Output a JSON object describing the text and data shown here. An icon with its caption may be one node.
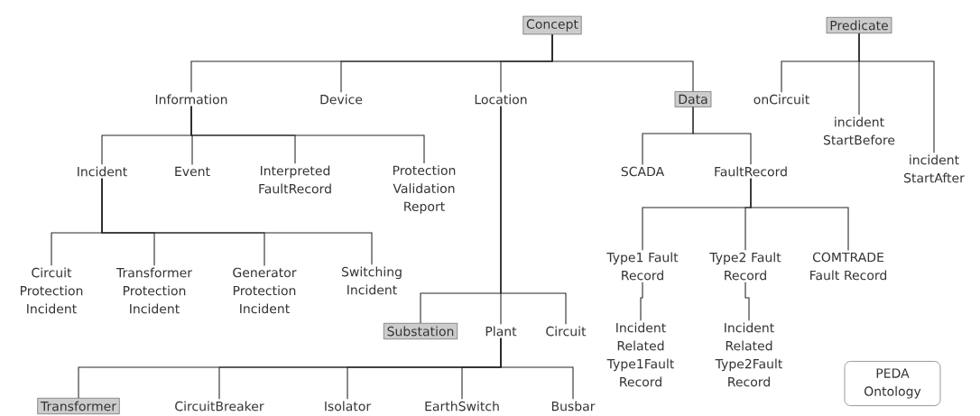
{
  "diagram": {
    "nodes": [
      {
        "text": [
          "Concept"
        ]
      },
      {
        "text": [
          "Information"
        ]
      },
      {
        "text": [
          "Device"
        ]
      },
      {
        "text": [
          "Location"
        ]
      },
      {
        "text": [
          "Data"
        ]
      },
      {
        "text": [
          "Incident"
        ]
      },
      {
        "text": [
          "Event"
        ]
      },
      {
        "text": [
          "Interpreted FaultRecord"
        ]
      },
      {
        "text": [
          "Protection Validation Report"
        ]
      },
      {
        "text": [
          "Circuit Protection Incident"
        ]
      },
      {
        "text": [
          "Transformer Protection Incident"
        ]
      },
      {
        "text": [
          "Generator Protection Incident"
        ]
      },
      {
        "text": [
          "Switching Incident"
        ]
      },
      {
        "text": [
          "Substation"
        ]
      },
      {
        "text": [
          "Plant"
        ]
      },
      {
        "text": [
          "Circuit"
        ]
      },
      {
        "text": [
          "Transformer"
        ]
      },
      {
        "text": [
          "CircuitBreaker"
        ]
      },
      {
        "text": [
          "Isolator"
        ]
      },
      {
        "text": [
          "EarthSwitch"
        ]
      },
      {
        "text": [
          "Busbar"
        ]
      },
      {
        "text": [
          "SCADA"
        ]
      },
      {
        "text": [
          "FaultRecord"
        ]
      },
      {
        "text": [
          "Type1 Fault Record"
        ]
      },
      {
        "text": [
          "Type2 Fault Record"
        ]
      },
      {
        "text": [
          "COMTRADE Fault Record"
        ]
      },
      {
        "text": [
          "Incident Related Type1Fault Record"
        ]
      },
      {
        "text": [
          "Incident Related Type2Fault Record"
        ]
      },
      {
        "text": [
          "Predicate"
        ]
      },
      {
        "text": [
          "onCircuit"
        ]
      },
      {
        "text": [
          "incident StartBefore"
        ]
      },
      {
        "text": [
          "incident StartAfter"
        ]
      },
      {
        "text": [
          "PEDA Ontology"
        ]
      }
    ],
    "edges": [
      {
        "from": 0,
        "to": 1,
        "arrow": "none"
      },
      {
        "from": 0,
        "to": 2,
        "arrow": "none"
      },
      {
        "from": 0,
        "to": 3,
        "arrow": "none"
      },
      {
        "from": 0,
        "to": 4,
        "arrow": "none"
      },
      {
        "from": 1,
        "to": 5,
        "arrow": "none"
      },
      {
        "from": 1,
        "to": 6,
        "arrow": "none"
      },
      {
        "from": 1,
        "to": 7,
        "arrow": "none"
      },
      {
        "from": 1,
        "to": 8,
        "arrow": "none"
      },
      {
        "from": 5,
        "to": 9,
        "arrow": "none"
      },
      {
        "from": 5,
        "to": 10,
        "arrow": "none"
      },
      {
        "from": 5,
        "to": 11,
        "arrow": "none"
      },
      {
        "from": 5,
        "to": 12,
        "arrow": "none"
      },
      {
        "from": 3,
        "to": 13,
        "arrow": "none"
      },
      {
        "from": 3,
        "to": 14,
        "arrow": "none"
      },
      {
        "from": 3,
        "to": 15,
        "arrow": "none"
      },
      {
        "from": 14,
        "to": 16,
        "arrow": "none"
      },
      {
        "from": 14,
        "to": 17,
        "arrow": "none"
      },
      {
        "from": 14,
        "to": 18,
        "arrow": "none"
      },
      {
        "from": 14,
        "to": 19,
        "arrow": "none"
      },
      {
        "from": 14,
        "to": 20,
        "arrow": "none"
      },
      {
        "from": 4,
        "to": 21,
        "arrow": "none"
      },
      {
        "from": 4,
        "to": 22,
        "arrow": "none"
      },
      {
        "from": 22,
        "to": 23,
        "arrow": "none"
      },
      {
        "from": 22,
        "to": 24,
        "arrow": "none"
      },
      {
        "from": 22,
        "to": 25,
        "arrow": "none"
      },
      {
        "from": 23,
        "to": 26,
        "arrow": "none"
      },
      {
        "from": 24,
        "to": 27,
        "arrow": "none"
      },
      {
        "from": 28,
        "to": 29,
        "arrow": "none"
      },
      {
        "from": 28,
        "to": 30,
        "arrow": "none"
      },
      {
        "from": 28,
        "to": 31,
        "arrow": "none"
      }
    ]
  }
}
